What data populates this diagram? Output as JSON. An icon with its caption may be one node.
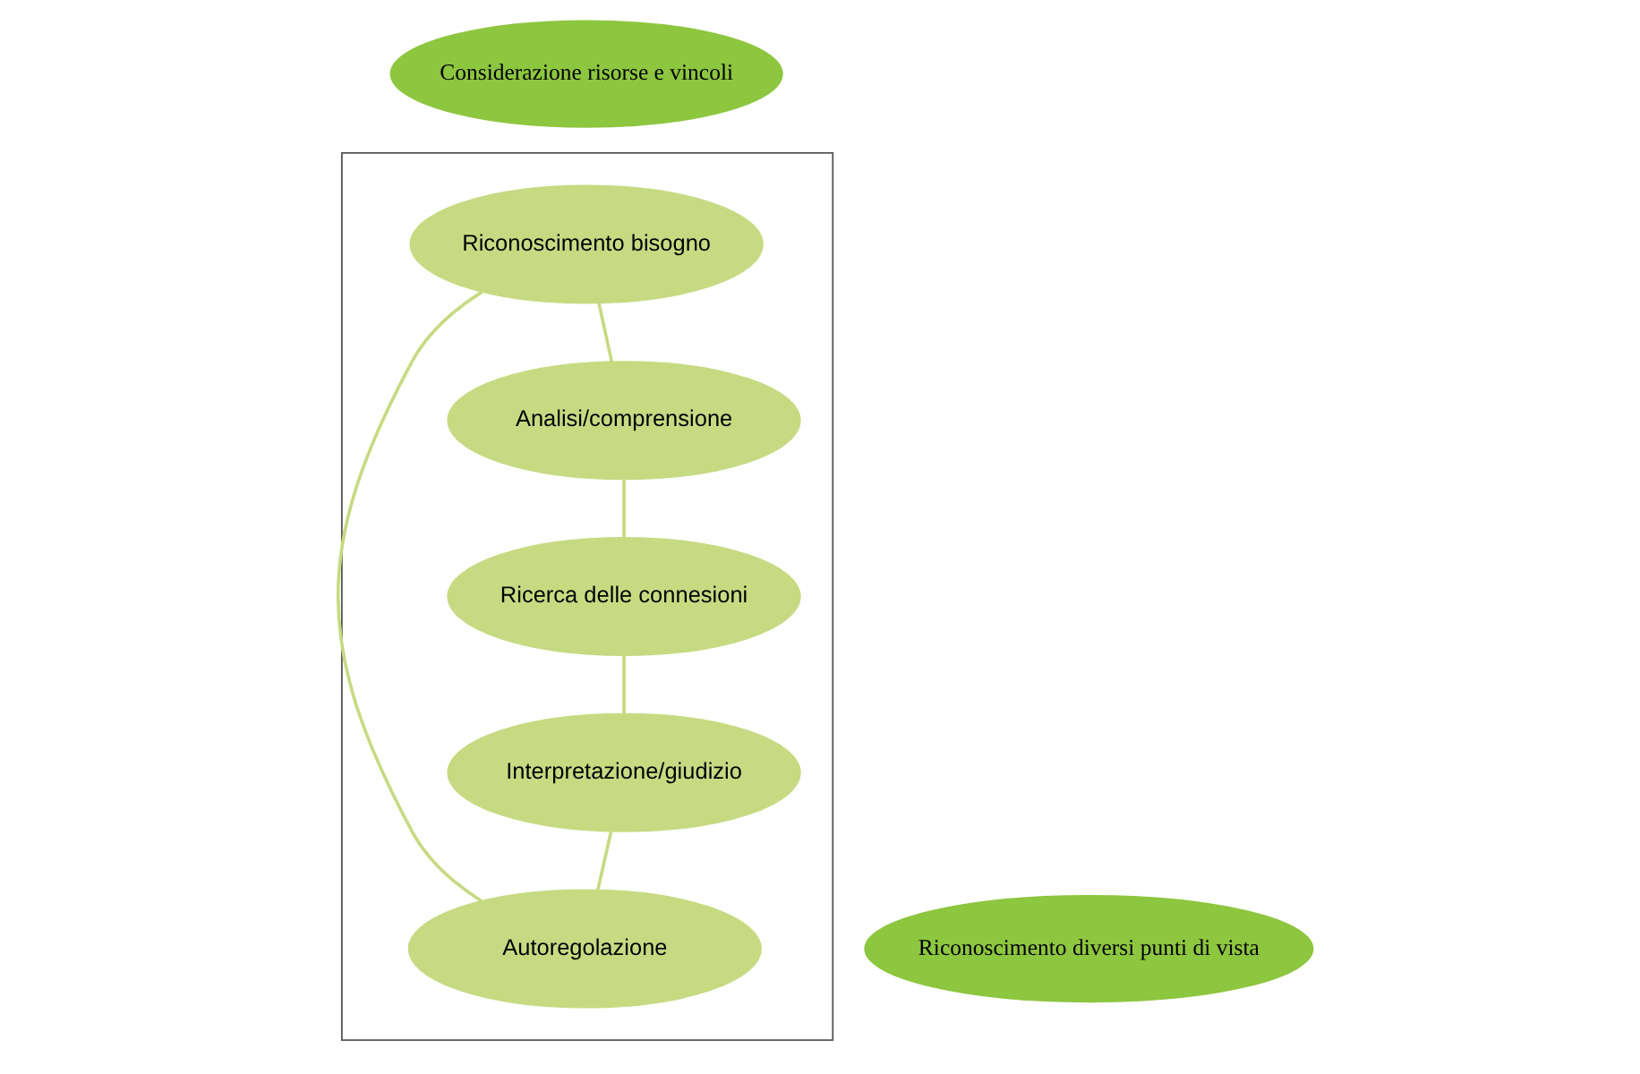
{
  "diagram": {
    "nodes": [
      {
        "text": [
          "Considerazione risorse e vincoli"
        ]
      },
      {
        "text": [],
        "shape": "box"
      },
      {
        "text": [
          "Riconoscimento bisogno"
        ],
        "in": 1
      },
      {
        "text": [
          "Autoregolazione"
        ],
        "in": 1
      },
      {
        "text": [
          "Analisi/comprensione"
        ],
        "in": 1
      },
      {
        "text": [
          "Interpretazione/giudizio"
        ],
        "in": 1
      },
      {
        "text": [
          "Ricerca delle connesioni"
        ],
        "in": 1
      },
      {
        "text": [
          "Riconoscimento diversi punti di vista"
        ]
      }
    ],
    "edges": [
      {
        "from": 2,
        "to": 4,
        "arrow": "none"
      },
      {
        "from": 4,
        "to": 6,
        "arrow": "none"
      },
      {
        "from": 6,
        "to": 5,
        "arrow": "none"
      },
      {
        "from": 5,
        "to": 3,
        "arrow": "none"
      },
      {
        "from": 3,
        "to": 2,
        "arrow": "none"
      }
    ]
  }
}
